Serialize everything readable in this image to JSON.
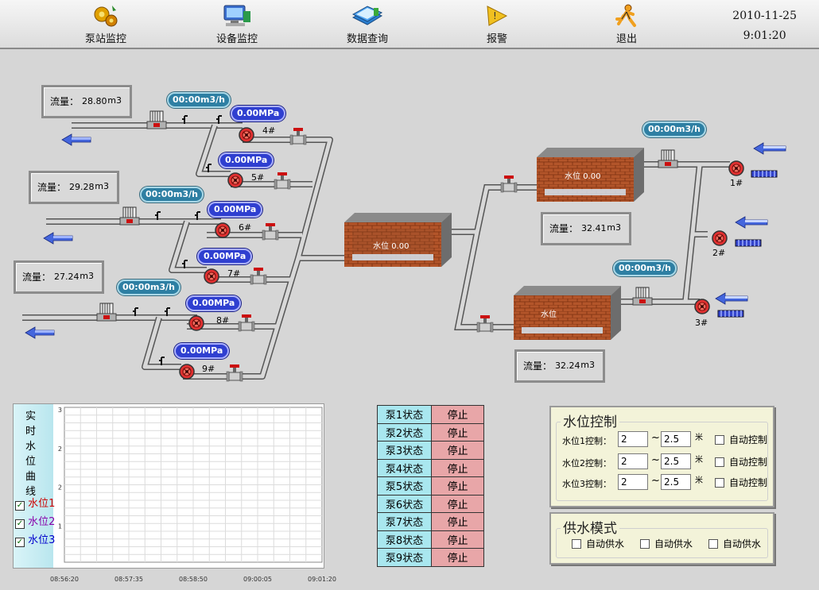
{
  "toolbar": {
    "buttons": [
      {
        "label": "泵站监控",
        "icon": "gears-icon"
      },
      {
        "label": "设备监控",
        "icon": "computer-icon"
      },
      {
        "label": "数据查询",
        "icon": "database-icon"
      },
      {
        "label": "报警",
        "icon": "warning-icon"
      },
      {
        "label": "退出",
        "icon": "exit-icon"
      }
    ],
    "date": "2010-11-25",
    "time": "9:01:20"
  },
  "flows": [
    {
      "label": "流量：",
      "value": "28.80",
      "unit": "m3"
    },
    {
      "label": "流量：",
      "value": "29.28",
      "unit": "m3"
    },
    {
      "label": "流量：",
      "value": "27.24",
      "unit": "m3"
    },
    {
      "label": "流量：",
      "value": "32.41",
      "unit": "m3"
    },
    {
      "label": "流量：",
      "value": "32.24",
      "unit": "m3"
    }
  ],
  "flow_rate_badge": "00:00m3/h",
  "pressure_badge": "0.00MPa",
  "pump_numbers": [
    "1#",
    "2#",
    "3#",
    "4#",
    "5#",
    "6#",
    "7#",
    "8#",
    "9#"
  ],
  "tanks": [
    {
      "label": "水位",
      "value": "0.00"
    },
    {
      "label": "水位",
      "value": "0.00"
    },
    {
      "label": "水位",
      "value": ""
    }
  ],
  "chart": {
    "title": "实时水位曲线",
    "legend": [
      {
        "name": "水位1",
        "color": "#cc0000",
        "checked": true
      },
      {
        "name": "水位2",
        "color": "#8800aa",
        "checked": true
      },
      {
        "name": "水位3",
        "color": "#0000cc",
        "checked": true
      }
    ]
  },
  "chart_data": {
    "type": "line",
    "title": "实时水位曲线",
    "x_ticks": [
      "08:56:20",
      "08:57:35",
      "08:58:50",
      "09:00:05",
      "09:01:20"
    ],
    "y_ticks": [
      "3",
      "2",
      "2",
      "1"
    ],
    "ylim": [
      0,
      3
    ],
    "grid": true,
    "series": [
      {
        "name": "水位1",
        "values": []
      },
      {
        "name": "水位2",
        "values": []
      },
      {
        "name": "水位3",
        "values": []
      }
    ]
  },
  "pump_status": [
    {
      "name": "泵1状态",
      "status": "停止"
    },
    {
      "name": "泵2状态",
      "status": "停止"
    },
    {
      "name": "泵3状态",
      "status": "停止"
    },
    {
      "name": "泵4状态",
      "status": "停止"
    },
    {
      "name": "泵5状态",
      "status": "停止"
    },
    {
      "name": "泵6状态",
      "status": "停止"
    },
    {
      "name": "泵7状态",
      "status": "停止"
    },
    {
      "name": "泵8状态",
      "status": "停止"
    },
    {
      "name": "泵9状态",
      "status": "停止"
    }
  ],
  "level_control": {
    "title": "水位控制",
    "rows": [
      {
        "label": "水位1控制：",
        "low": "2",
        "tilde": "~",
        "high": "2.5",
        "unit": "米",
        "auto": "自动控制"
      },
      {
        "label": "水位2控制：",
        "low": "2",
        "tilde": "~",
        "high": "2.5",
        "unit": "米",
        "auto": "自动控制"
      },
      {
        "label": "水位3控制：",
        "low": "2",
        "tilde": "~",
        "high": "2.5",
        "unit": "米",
        "auto": "自动控制"
      }
    ]
  },
  "supply_mode": {
    "title": "供水模式",
    "options": [
      "自动供水",
      "自动供水",
      "自动供水"
    ]
  },
  "colors": {
    "pipe": "#b0b0b0",
    "brick": "#a0522d",
    "status_bg": "#e8a6a8",
    "name_bg": "#a9e7ef",
    "arrow": "#4466dd"
  }
}
